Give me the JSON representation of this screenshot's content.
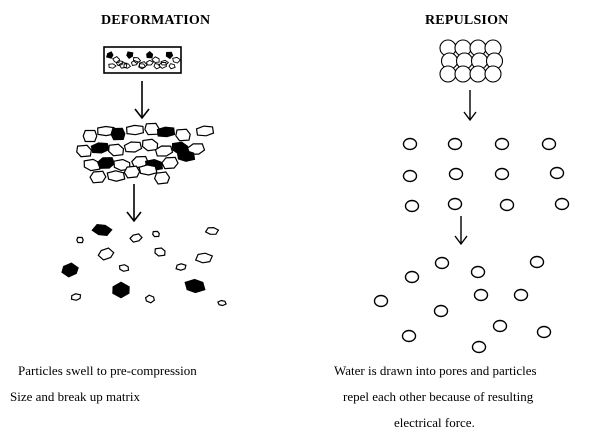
{
  "deformation": {
    "title": "DEFORMATION",
    "caption_line1": "Particles swell to pre-compression",
    "caption_line2": "Size and break up matrix"
  },
  "repulsion": {
    "title": "REPULSION",
    "caption_line1": "Water is  drawn into pores and particles",
    "caption_line2": "repel each other because of resulting",
    "caption_line3": "electrical force."
  },
  "colors": {
    "ink": "#000000",
    "background": "#ffffff"
  }
}
